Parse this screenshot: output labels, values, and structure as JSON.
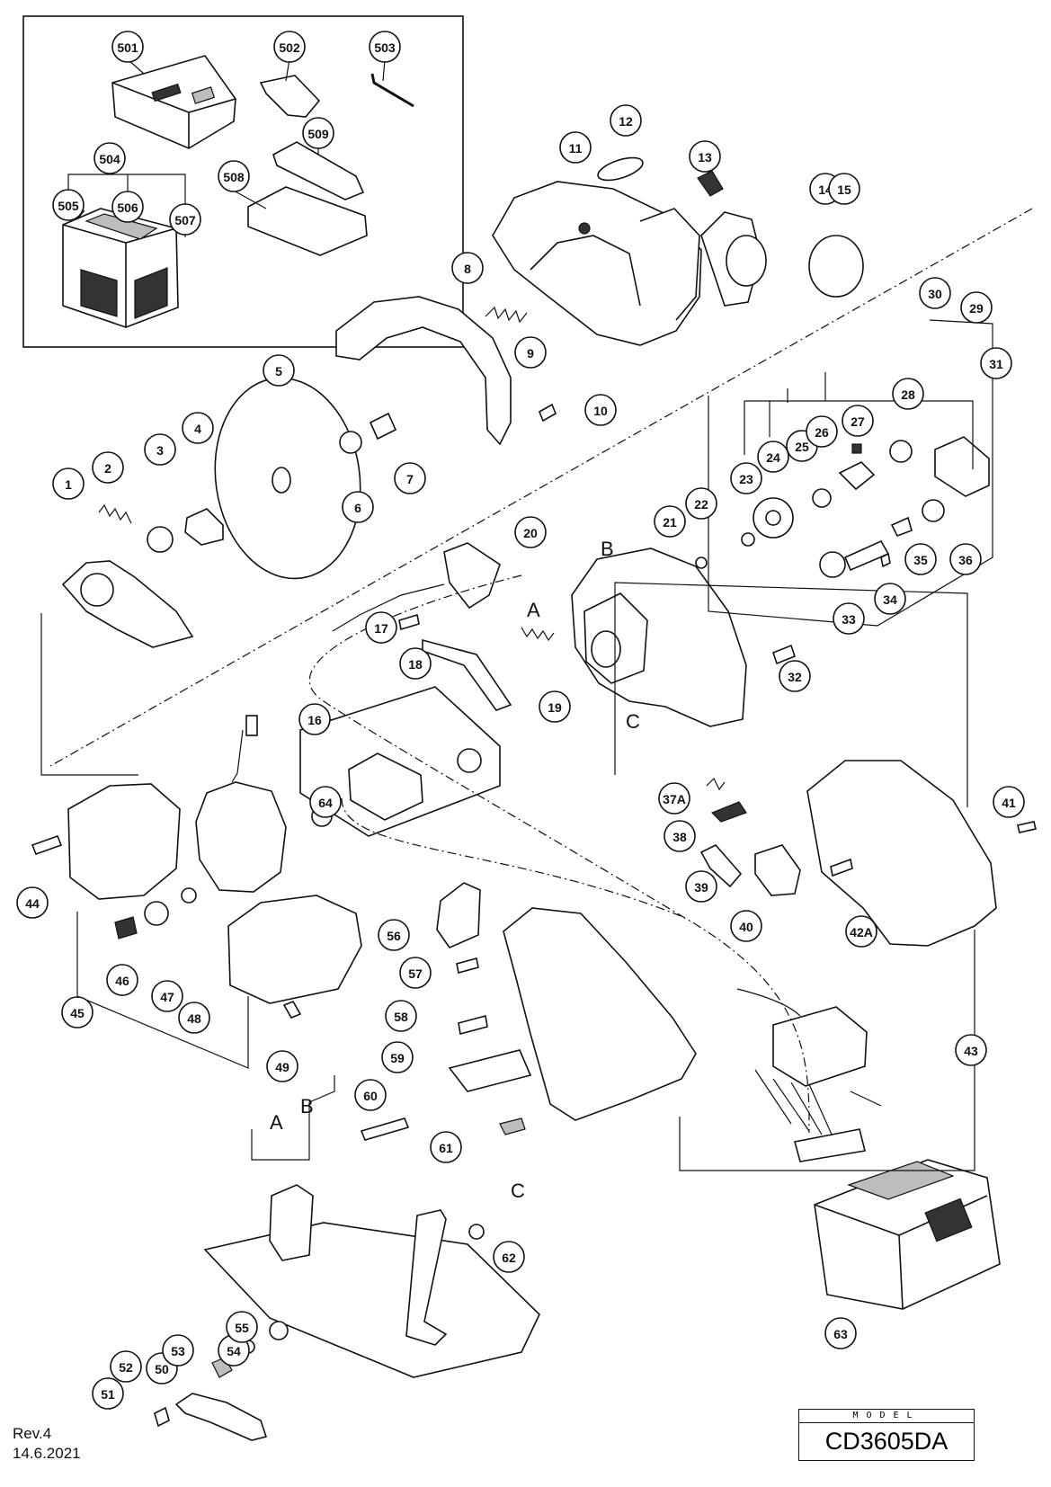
{
  "model": {
    "label": "MODEL",
    "value": "CD3605DA"
  },
  "revision": {
    "rev": "Rev.4",
    "date": "14.6.2021"
  },
  "reference_letters": [
    "A",
    "B",
    "C"
  ],
  "callouts": [
    "501",
    "502",
    "503",
    "504",
    "505",
    "506",
    "507",
    "508",
    "509",
    "1",
    "2",
    "3",
    "4",
    "5",
    "6",
    "7",
    "8",
    "9",
    "10",
    "11",
    "12",
    "13",
    "14",
    "15",
    "16",
    "17",
    "18",
    "19",
    "20",
    "21",
    "22",
    "23",
    "24",
    "25",
    "26",
    "27",
    "28",
    "29",
    "30",
    "31",
    "32",
    "33",
    "34",
    "35",
    "36",
    "37A",
    "38",
    "39",
    "40",
    "41",
    "42A",
    "43",
    "44",
    "45",
    "46",
    "47",
    "48",
    "49",
    "50",
    "51",
    "52",
    "53",
    "54",
    "55",
    "56",
    "57",
    "58",
    "59",
    "60",
    "61",
    "62",
    "63",
    "64"
  ]
}
